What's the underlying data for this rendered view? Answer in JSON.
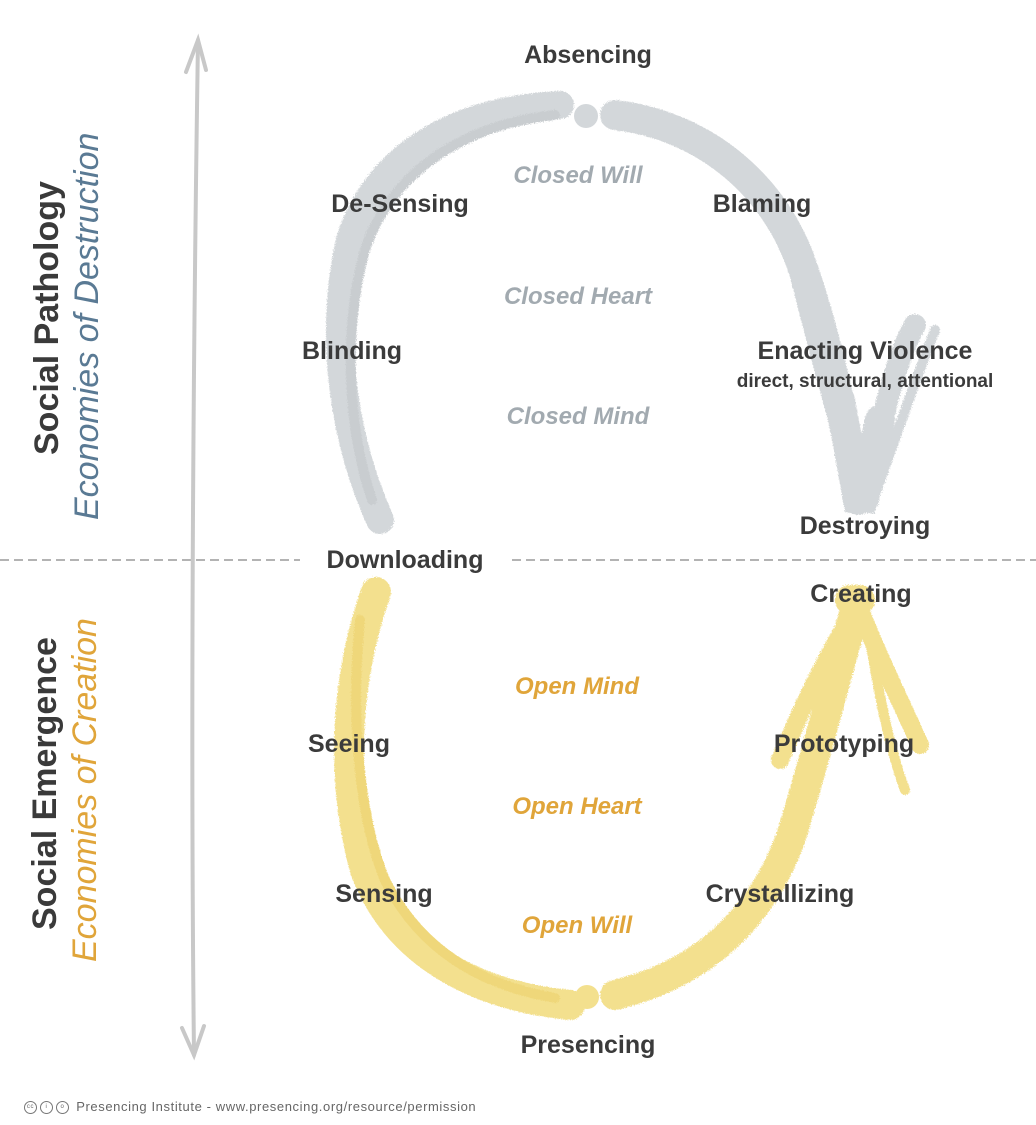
{
  "colors": {
    "pathology_stroke": "#d3d7da",
    "emergence_stroke": "#f3e08e",
    "closed_text": "#a2aab0",
    "open_text": "#e0a53a",
    "pathology_subtitle": "#5a7a94",
    "emergence_subtitle": "#e0a53a",
    "label_text": "#3b3b3b",
    "axis_arrow": "#c8c8c8",
    "divider": "#9a9a9a"
  },
  "side_labels": {
    "top": {
      "title": "Social Pathology",
      "subtitle": "Economies of Destruction"
    },
    "bottom": {
      "title": "Social Emergence",
      "subtitle": "Economies of Creation"
    }
  },
  "pathology_cycle": {
    "top": "Absencing",
    "left_upper": "De-Sensing",
    "right_upper": "Blaming",
    "left_middle": "Blinding",
    "right_middle": "Enacting Violence",
    "right_middle_sub": "direct, structural, attentional",
    "bottom_right": "Destroying",
    "closed_states": [
      "Closed Will",
      "Closed Heart",
      "Closed Mind"
    ]
  },
  "divider_label": "Downloading",
  "emergence_cycle": {
    "top_right": "Creating",
    "left_upper": "Seeing",
    "right_upper": "Prototyping",
    "left_lower": "Sensing",
    "right_lower": "Crystallizing",
    "bottom": "Presencing",
    "open_states": [
      "Open Mind",
      "Open Heart",
      "Open Will"
    ]
  },
  "footer": {
    "license_icons": [
      "cc-icon",
      "attribution-icon",
      "noncommercial-icon"
    ],
    "text": "Presencing Institute - www.presencing.org/resource/permission"
  }
}
